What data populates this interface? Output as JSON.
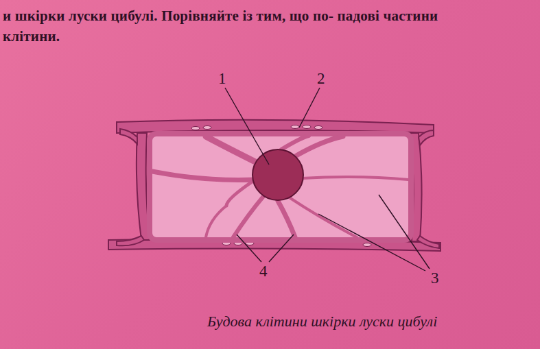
{
  "diagram": {
    "caption": "Будова клітини шкірки луски цибулі",
    "labels": [
      "и шкірки луски цибулі. Порівняйте із тим, що по- падові частини клітини.",
      "1",
      "2",
      "3",
      "4"
    ]
  }
}
